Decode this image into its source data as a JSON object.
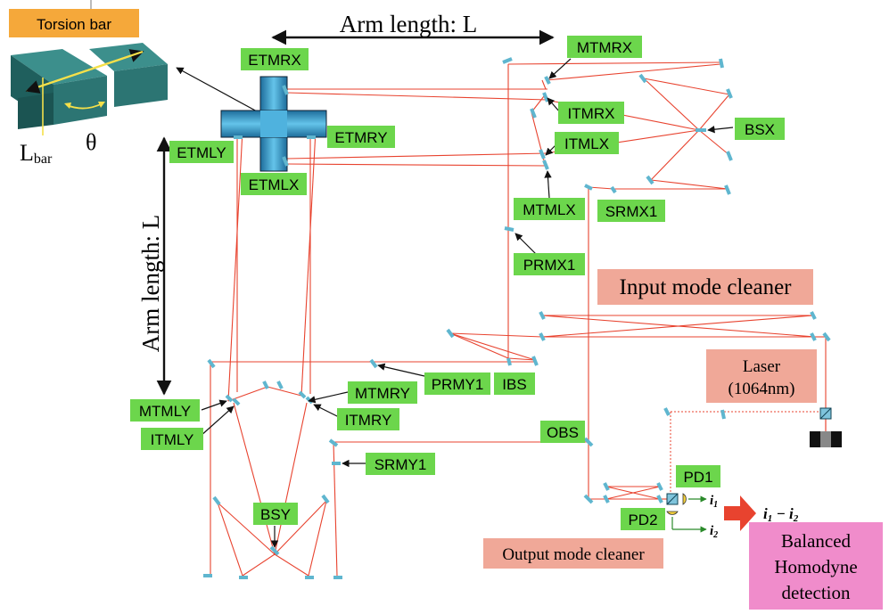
{
  "colors": {
    "label_green": "#6cd64c",
    "label_salmon": "#f0a898",
    "label_orange": "#f5a83a",
    "label_pink": "#f08ccb",
    "beam_red": "#e8432f",
    "mirror_blue": "#5fb6cf",
    "torsion_teal": "#2d7a78",
    "mass_blue": "#3fa6d2"
  },
  "torsion": {
    "title": "Torsion bar",
    "lbar_main": "L",
    "lbar_sub": "bar",
    "theta": "θ"
  },
  "arm_x": {
    "label": "Arm length: L"
  },
  "arm_y": {
    "label": "Arm length: L"
  },
  "labels": {
    "etmrx": "ETMRX",
    "etmry": "ETMRY",
    "etmly": "ETMLY",
    "etmlx": "ETMLX",
    "mtmrx": "MTMRX",
    "itmrx": "ITMRX",
    "itmlx": "ITMLX",
    "mtmlx": "MTMLX",
    "srmx1": "SRMX1",
    "prmx1": "PRMX1",
    "bsx": "BSX",
    "prmy1": "PRMY1",
    "ibs": "IBS",
    "mtmry": "MTMRY",
    "itmry": "ITMRY",
    "mtmly": "MTMLY",
    "itmly": "ITMLY",
    "srmy1": "SRMY1",
    "bsy": "BSY",
    "obs": "OBS",
    "pd1": "PD1",
    "pd2": "PD2"
  },
  "input_mode_cleaner": "Input mode cleaner",
  "laser": {
    "line1": "Laser",
    "line2": "(1064nm)"
  },
  "output_mode_cleaner": "Output mode cleaner",
  "homodyne": {
    "line1": "Balanced",
    "line2": "Homodyne",
    "line3": "detection",
    "i1": "i",
    "i1_sub": "1",
    "i2": "i",
    "i2_sub": "2",
    "diff": "i",
    "diff_sub1": "1",
    "diff_minus": " − ",
    "diff2": "i",
    "diff_sub2": "2"
  }
}
